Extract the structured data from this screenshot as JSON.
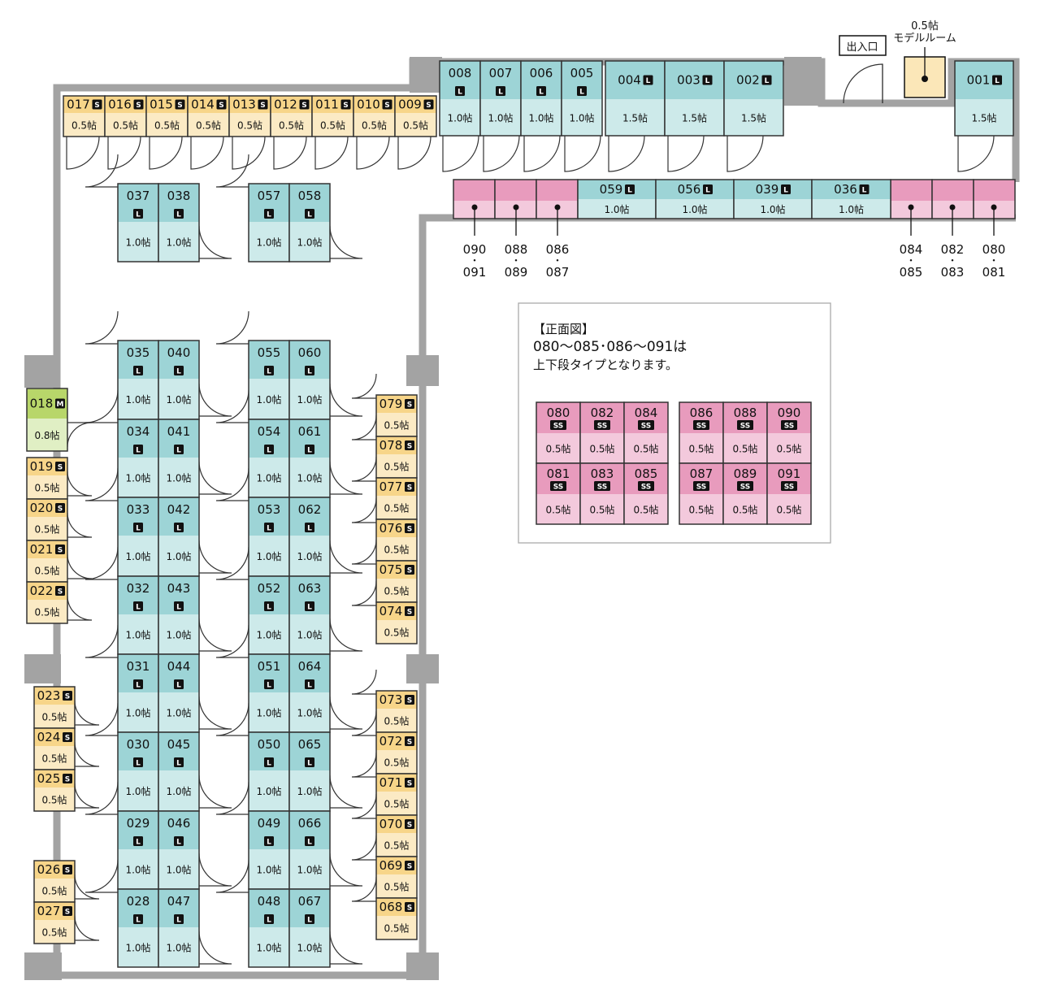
{
  "entrance": "出入口",
  "model_room": {
    "area": "0.5帖",
    "label": "モデルルーム"
  },
  "legend": {
    "title": "【正面図】",
    "line1": "080～085･086～091は",
    "line2": "上下段タイプとなります。"
  },
  "badges": {
    "S": "S",
    "L": "L",
    "M": "M",
    "SS": "SS"
  },
  "colors": {
    "teal_top": "#9dd4d6",
    "teal_bottom": "#cdeaea",
    "yellow_top": "#f7d589",
    "yellow_bottom": "#fbeac4",
    "green_top": "#b8d66a",
    "green_bottom": "#e0efc4",
    "pink_top": "#e89bbd",
    "pink_bottom": "#f3c9dc",
    "wall": "#a3a3a3",
    "model": "#fbe7b8"
  },
  "units": {
    "u017": {
      "num": "017",
      "area": "0.5帖"
    },
    "u016": {
      "num": "016",
      "area": "0.5帖"
    },
    "u015": {
      "num": "015",
      "area": "0.5帖"
    },
    "u014": {
      "num": "014",
      "area": "0.5帖"
    },
    "u013": {
      "num": "013",
      "area": "0.5帖"
    },
    "u012": {
      "num": "012",
      "area": "0.5帖"
    },
    "u011": {
      "num": "011",
      "area": "0.5帖"
    },
    "u010": {
      "num": "010",
      "area": "0.5帖"
    },
    "u009": {
      "num": "009",
      "area": "0.5帖"
    },
    "u008": {
      "num": "008",
      "area": "1.0帖"
    },
    "u007": {
      "num": "007",
      "area": "1.0帖"
    },
    "u006": {
      "num": "006",
      "area": "1.0帖"
    },
    "u005": {
      "num": "005",
      "area": "1.0帖"
    },
    "u004": {
      "num": "004",
      "area": "1.5帖"
    },
    "u003": {
      "num": "003",
      "area": "1.5帖"
    },
    "u002": {
      "num": "002",
      "area": "1.5帖"
    },
    "u001": {
      "num": "001",
      "area": "1.5帖"
    },
    "u059": {
      "num": "059",
      "area": "1.0帖"
    },
    "u056": {
      "num": "056",
      "area": "1.0帖"
    },
    "u039": {
      "num": "039",
      "area": "1.0帖"
    },
    "u036": {
      "num": "036",
      "area": "1.0帖"
    },
    "u037": {
      "num": "037",
      "area": "1.0帖"
    },
    "u038": {
      "num": "038",
      "area": "1.0帖"
    },
    "u057": {
      "num": "057",
      "area": "1.0帖"
    },
    "u058": {
      "num": "058",
      "area": "1.0帖"
    },
    "u035": {
      "num": "035",
      "area": "1.0帖"
    },
    "u040": {
      "num": "040",
      "area": "1.0帖"
    },
    "u034": {
      "num": "034",
      "area": "1.0帖"
    },
    "u041": {
      "num": "041",
      "area": "1.0帖"
    },
    "u033": {
      "num": "033",
      "area": "1.0帖"
    },
    "u042": {
      "num": "042",
      "area": "1.0帖"
    },
    "u032": {
      "num": "032",
      "area": "1.0帖"
    },
    "u043": {
      "num": "043",
      "area": "1.0帖"
    },
    "u031": {
      "num": "031",
      "area": "1.0帖"
    },
    "u044": {
      "num": "044",
      "area": "1.0帖"
    },
    "u030": {
      "num": "030",
      "area": "1.0帖"
    },
    "u045": {
      "num": "045",
      "area": "1.0帖"
    },
    "u029": {
      "num": "029",
      "area": "1.0帖"
    },
    "u046": {
      "num": "046",
      "area": "1.0帖"
    },
    "u028": {
      "num": "028",
      "area": "1.0帖"
    },
    "u047": {
      "num": "047",
      "area": "1.0帖"
    },
    "u055": {
      "num": "055",
      "area": "1.0帖"
    },
    "u060": {
      "num": "060",
      "area": "1.0帖"
    },
    "u054": {
      "num": "054",
      "area": "1.0帖"
    },
    "u061": {
      "num": "061",
      "area": "1.0帖"
    },
    "u053": {
      "num": "053",
      "area": "1.0帖"
    },
    "u062": {
      "num": "062",
      "area": "1.0帖"
    },
    "u052": {
      "num": "052",
      "area": "1.0帖"
    },
    "u063": {
      "num": "063",
      "area": "1.0帖"
    },
    "u051": {
      "num": "051",
      "area": "1.0帖"
    },
    "u064": {
      "num": "064",
      "area": "1.0帖"
    },
    "u050": {
      "num": "050",
      "area": "1.0帖"
    },
    "u065": {
      "num": "065",
      "area": "1.0帖"
    },
    "u049": {
      "num": "049",
      "area": "1.0帖"
    },
    "u066": {
      "num": "066",
      "area": "1.0帖"
    },
    "u048": {
      "num": "048",
      "area": "1.0帖"
    },
    "u067": {
      "num": "067",
      "area": "1.0帖"
    },
    "u018": {
      "num": "018",
      "area": "0.8帖"
    },
    "u019": {
      "num": "019",
      "area": "0.5帖"
    },
    "u020": {
      "num": "020",
      "area": "0.5帖"
    },
    "u021": {
      "num": "021",
      "area": "0.5帖"
    },
    "u022": {
      "num": "022",
      "area": "0.5帖"
    },
    "u023": {
      "num": "023",
      "area": "0.5帖"
    },
    "u024": {
      "num": "024",
      "area": "0.5帖"
    },
    "u025": {
      "num": "025",
      "area": "0.5帖"
    },
    "u026": {
      "num": "026",
      "area": "0.5帖"
    },
    "u027": {
      "num": "027",
      "area": "0.5帖"
    },
    "u079": {
      "num": "079",
      "area": "0.5帖"
    },
    "u078": {
      "num": "078",
      "area": "0.5帖"
    },
    "u077": {
      "num": "077",
      "area": "0.5帖"
    },
    "u076": {
      "num": "076",
      "area": "0.5帖"
    },
    "u075": {
      "num": "075",
      "area": "0.5帖"
    },
    "u074": {
      "num": "074",
      "area": "0.5帖"
    },
    "u073": {
      "num": "073",
      "area": "0.5帖"
    },
    "u072": {
      "num": "072",
      "area": "0.5帖"
    },
    "u071": {
      "num": "071",
      "area": "0.5帖"
    },
    "u070": {
      "num": "070",
      "area": "0.5帖"
    },
    "u069": {
      "num": "069",
      "area": "0.5帖"
    },
    "u068": {
      "num": "068",
      "area": "0.5帖"
    },
    "u080": {
      "num": "080",
      "area": "0.5帖"
    },
    "u082": {
      "num": "082",
      "area": "0.5帖"
    },
    "u084": {
      "num": "084",
      "area": "0.5帖"
    },
    "u086": {
      "num": "086",
      "area": "0.5帖"
    },
    "u088": {
      "num": "088",
      "area": "0.5帖"
    },
    "u090": {
      "num": "090",
      "area": "0.5帖"
    },
    "u081": {
      "num": "081",
      "area": "0.5帖"
    },
    "u083": {
      "num": "083",
      "area": "0.5帖"
    },
    "u085": {
      "num": "085",
      "area": "0.5帖"
    },
    "u087": {
      "num": "087",
      "area": "0.5帖"
    },
    "u089": {
      "num": "089",
      "area": "0.5帖"
    },
    "u091": {
      "num": "091",
      "area": "0.5帖"
    }
  },
  "callouts": [
    {
      "top": "090",
      "dot": "･",
      "bottom": "091"
    },
    {
      "top": "088",
      "dot": "･",
      "bottom": "089"
    },
    {
      "top": "086",
      "dot": "･",
      "bottom": "087"
    },
    {
      "top": "084",
      "dot": "･",
      "bottom": "085"
    },
    {
      "top": "082",
      "dot": "･",
      "bottom": "083"
    },
    {
      "top": "080",
      "dot": "･",
      "bottom": "081"
    }
  ]
}
